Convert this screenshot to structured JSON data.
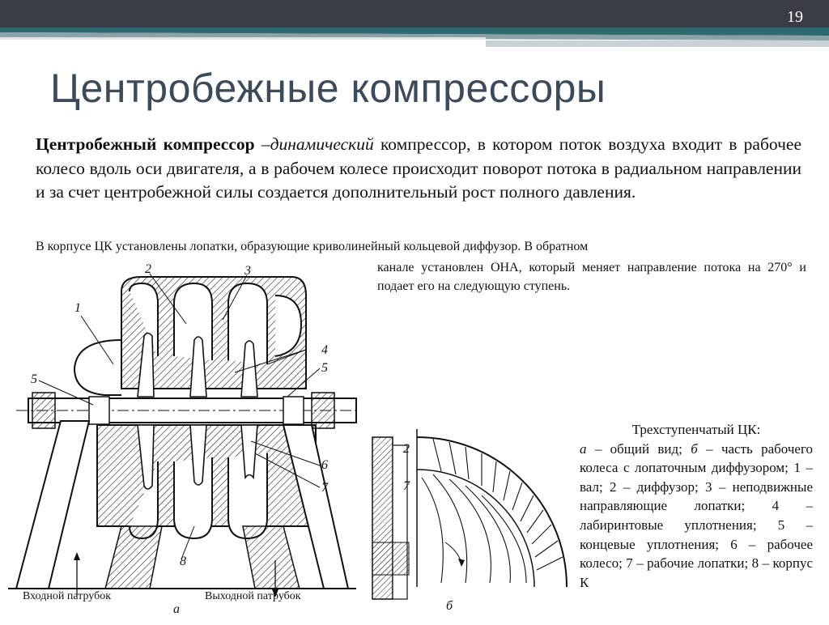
{
  "slide": {
    "page_number": "19",
    "title": "Центробежные компрессоры"
  },
  "definition": {
    "term": "Центробежный компрессор",
    "dash": " –",
    "kind": "динамический",
    "rest": " компрессор, в котором поток воздуха входит в рабочее колесо вдоль оси двигателя, а в рабочем колесе происходит поворот потока в радиальном направлении и за счет центробежной силы создается дополнительный рост полного давления."
  },
  "paragraph": {
    "line1": "В корпусе ЦК  установлены лопатки, образующие криволинейный кольцевой диффузор. В обратном",
    "line2": "канале установлен ОНА, который меняет направление потока на 270° и подает его на следующую ступень."
  },
  "figure": {
    "inlet_label": "Входной патрубок",
    "outlet_label": "Выходной патрубок",
    "view_a": "а",
    "view_b": "б",
    "callouts_a": [
      "1",
      "2",
      "3",
      "4",
      "5",
      "5",
      "6",
      "7",
      "8"
    ],
    "callouts_b": [
      "2",
      "7"
    ]
  },
  "caption": {
    "title": "Трехступенчатый ЦК:",
    "a_letter": "а",
    "a_text": " – общий вид; ",
    "b_letter": "б",
    "b_text": " – часть рабочего колеса с лопаточным диффузором; 1 – вал; 2 – диффузор; 3 – неподвижные направляющие лопатки; 4 – лабиринтовые уплотнения; 5 – концевые уплотнения; 6 – рабочее колесо; 7 – рабочие лопатки; 8 – корпус К"
  },
  "colors": {
    "bar_dark": "#3a3d44",
    "bar_teal": "#2e6b70",
    "bar_light": "#c9d3d6",
    "title": "#3d4a5a"
  }
}
